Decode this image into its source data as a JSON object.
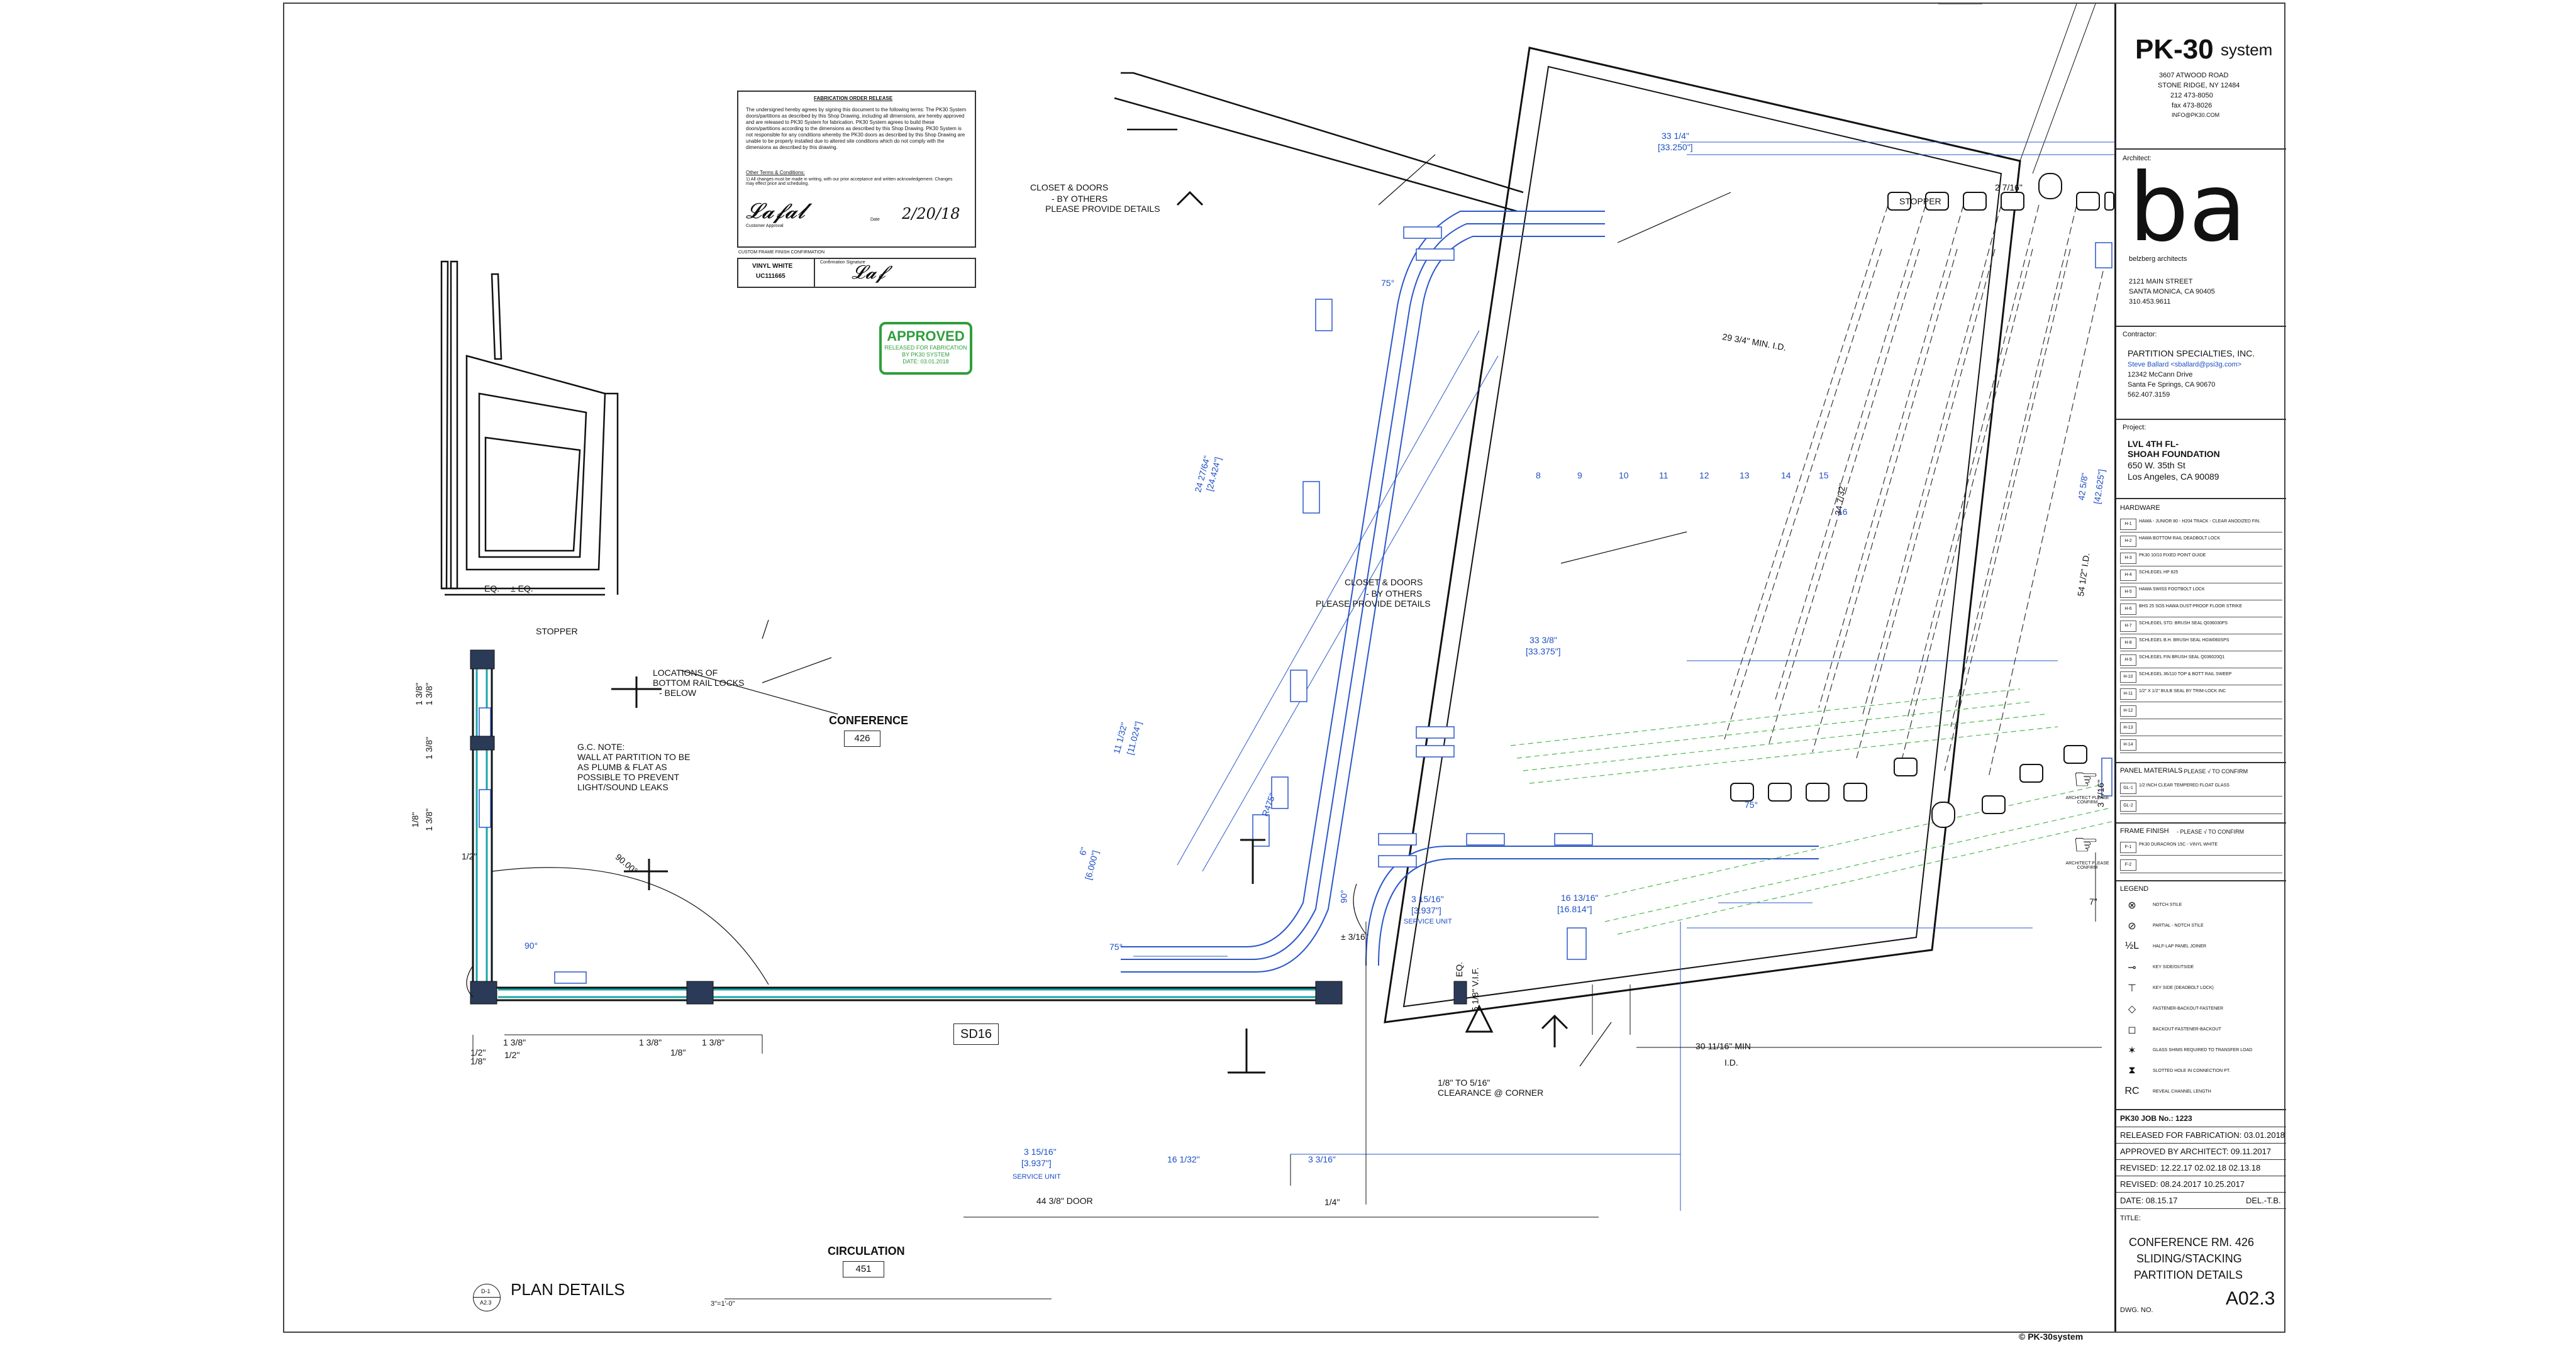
{
  "firm": {
    "logo": "PK-30",
    "logo_suffix": "system",
    "address1": "3607 ATWOOD ROAD",
    "address2": "STONE RIDGE, NY 12484",
    "phone": "212 473-8050",
    "fax": "fax 473-8026",
    "email": "INFO@PK30.COM",
    "footer_logo": "PK-30system"
  },
  "architect": {
    "label": "Architect:",
    "logo": "ba",
    "name": "belzberg architects",
    "address1": "2121 MAIN STREET",
    "address2": "SANTA MONICA, CA 90405",
    "phone": "310.453.9611"
  },
  "contractor": {
    "label": "Contractor:",
    "company": "PARTITION SPECIALTIES, INC.",
    "contact": "Steve Ballard <sballard@psi3g.com>",
    "address1": "12342 McCann Drive",
    "address2": "Santa Fe Springs, CA 90670",
    "phone": "562.407.3159"
  },
  "project": {
    "label": "Project:",
    "line1": "LVL 4TH FL-",
    "line2": "SHOAH FOUNDATION",
    "address1": "650 W. 35th St",
    "address2": "Los Angeles, CA 90089"
  },
  "hardware": {
    "title": "HARDWARE",
    "items": [
      {
        "code": "H-1",
        "text": "HAWA - JUNIOR 80 - H204 TRACK - CLEAR ANODIZED FIN."
      },
      {
        "code": "H-2",
        "text": "HAWA BOTTOM RAIL DEADBOLT LOCK"
      },
      {
        "code": "H-3",
        "text": "PK30 10/10 FIXED POINT GUIDE"
      },
      {
        "code": "H-4",
        "text": "SCHLEGEL HP 825"
      },
      {
        "code": "H-5",
        "text": "HAWA SWISS FOOTBOLT LOCK"
      },
      {
        "code": "H-6",
        "text": "BHS 25 SOS HAWA DUST-PROOF FLOOR STRIKE"
      },
      {
        "code": "H-7",
        "text": "SCHLEGEL STD. BRUSH SEAL Q036030PS"
      },
      {
        "code": "H-8",
        "text": "SCHLEGEL B.H. BRUSH SEAL HGW060SPS"
      },
      {
        "code": "H-9",
        "text": "SCHLEGEL FIN BRUSH SEAL Q036020Q1"
      },
      {
        "code": "H-10",
        "text": "SCHLEGEL 36/110 TOP & BOTT RAIL SWEEP"
      },
      {
        "code": "H-11",
        "text": "1/2\" X 1/2\" BULB SEAL BY TRIM-LOCK INC"
      },
      {
        "code": "H-12",
        "text": ""
      },
      {
        "code": "H-13",
        "text": ""
      },
      {
        "code": "H-14",
        "text": ""
      }
    ]
  },
  "panel_materials": {
    "title": "PANEL MATERIALS",
    "note": "- PLEASE √ TO CONFIRM",
    "items": [
      {
        "code": "GL-1",
        "text": "1/2 INCH CLEAR TEMPERED FLOAT GLASS"
      },
      {
        "code": "GL-2",
        "text": ""
      }
    ],
    "confirm": "ARCHITECT PLEASE CONFIRM"
  },
  "frame_finish": {
    "title": "FRAME FINISH",
    "note": "- PLEASE √ TO CONFIRM",
    "items": [
      {
        "code": "F-1",
        "text": "PK30 DURACRON 15C - VINYL WHITE"
      },
      {
        "code": "F-2",
        "text": ""
      }
    ],
    "confirm": "ARCHITECT PLEASE CONFIRM"
  },
  "legend": {
    "title": "LEGEND",
    "items": [
      {
        "sym": "⊗",
        "text": "NOTCH STILE"
      },
      {
        "sym": "⊘",
        "text": "PARTIAL - NOTCH STILE"
      },
      {
        "sym": "½L",
        "text": "HALF-LAP PANEL JOINER"
      },
      {
        "sym": "⊸",
        "text": "KEY SIDE/OUTSIDE"
      },
      {
        "sym": "⊤",
        "text": "KEY SIDE (DEADBOLT LOCK)"
      },
      {
        "sym": "◇",
        "text": "FASTENER-BACKOUT-FASTENER"
      },
      {
        "sym": "◻",
        "text": "BACKOUT-FASTENER-BACKOUT"
      },
      {
        "sym": "✶",
        "text": "GLASS SHIMS REQUIRED TO TRANSFER LOAD"
      },
      {
        "sym": "⧗",
        "text": "SLOTTED HOLE IN CONNECTION PT."
      },
      {
        "sym": "RC",
        "text": "REVEAL CHANNEL LENGTH"
      }
    ]
  },
  "revisions": {
    "job_no": "PK30 JOB No.: 1223",
    "released": "RELEASED FOR FABRICATION: 03.01.2018",
    "approved": "APPROVED BY ARCHITECT: 09.11.2017",
    "revised1": "REVISED: 12.22.17  02.02.18  02.13.18",
    "revised2": "REVISED: 08.24.2017  10.25.2017",
    "date": "DATE: 08.15.17",
    "drawn": "DEL.-T.B.",
    "title_label": "TITLE:",
    "title1": "CONFERENCE RM. 426",
    "title2": "SLIDING/STACKING",
    "title3": "PARTITION DETAILS",
    "dwg_label": "DWG. NO.",
    "dwg_no": "A02.3"
  },
  "release_form": {
    "heading": "FABRICATION ORDER RELEASE",
    "body": "The undersigned hereby agrees by signing this document to the following terms: The PK30 System doors/partitions as described by this Shop Drawing, including all dimensions, are hereby approved and are released to PK30 System for fabrication. PK30 System agrees to build these doors/partitions according to the dimensions as described by this Shop Drawing. PK30 System is not responsible for any conditions whereby the PK30 doors as described by this Shop Drawing are unable to be properly installed due to altered site conditions which do not comply with the dimensions as described by this drawing.",
    "terms_title": "Other Terms & Conditions:",
    "terms": "1) All changes must be made in writing, with our prior acceptance and written acknowledgement. Changes may effect price and scheduling.",
    "customer": "Customer Approval",
    "date_label": "Date",
    "date_value": "2/20/18",
    "finish_title": "CUSTOM FRAME FINISH CONFIRMATION",
    "finish_value1": "VINYL WHITE",
    "finish_value2": "UC111665",
    "confirm_label": "Confirmation Signature"
  },
  "stamp": {
    "title": "APPROVED",
    "line1": "RELEASED FOR FABRICATION",
    "line2": "BY PK30 SYSTEM",
    "line3": "DATE: 03.01.2018"
  },
  "rooms": {
    "conference": "CONFERENCE",
    "conference_no": "426",
    "circulation": "CIRCULATION",
    "circulation_no": "451",
    "sd": "SD16"
  },
  "plan": {
    "detail_tag_top": "D-1",
    "detail_tag_bottom": "A2.3",
    "title": "PLAN DETAILS",
    "scale": "3\"=1'-0\""
  },
  "notes": {
    "closet1_a": "CLOSET & DOORS",
    "closet1_b": "- BY OTHERS",
    "closet1_c": "PLEASE PROVIDE DETAILS",
    "closet2_a": "CLOSET & DOORS",
    "closet2_b": "- BY OTHERS",
    "closet2_c": "PLEASE PROVIDE DETAILS",
    "stopper1": "STOPPER",
    "stopper2": "STOPPER",
    "locks_a": "LOCATIONS OF",
    "locks_b": "BOTTOM RAIL LOCKS",
    "locks_c": "- BELOW",
    "gc_a": "G.C. NOTE:",
    "gc_b": "WALL AT PARTITION TO BE",
    "gc_c": "AS PLUMB & FLAT AS",
    "gc_d": "POSSIBLE TO PREVENT",
    "gc_e": "LIGHT/SOUND LEAKS",
    "clearance_a": "1/8\" TO 5/16\"",
    "clearance_b": "CLEARANCE @ CORNER",
    "service1": "SERVICE UNIT",
    "service2": "SERVICE UNIT"
  },
  "dims": {
    "d1": "33 1/4\"",
    "d1b": "[33.250\"]",
    "d2": "29 3/4\" MIN. I.D.",
    "d3": "33 3/8\"",
    "d3b": "[33.375\"]",
    "d4": "24 27/64\"",
    "d4b": "[24.424\"]",
    "d5": "11 1/32\"",
    "d5b": "[11.024\"]",
    "d6": "6\"",
    "d6b": "[6.000\"]",
    "d7": "16 13/16\"",
    "d7b": "[16.814\"]",
    "d8": "3 15/16\"",
    "d8b": "[3.937\"]",
    "d9": "3 15/16\"",
    "d9b": "[3.937\"]",
    "d10": "16 1/32\"",
    "d11": "3 3/16\"",
    "d12": "44 3/8\" DOOR",
    "d13": "30 11/16\" MIN",
    "d13b": "I.D.",
    "d14": "54 1/2\" I.D.",
    "d15": "34 7/32\"",
    "d16": "2 7/16\"",
    "d17": "± 3/16\"",
    "d18": "1/4\"",
    "d19": "1 3/8\"",
    "d20": "1 3/8\"",
    "d21": "1/2\"",
    "d22": "1/8\"",
    "d23": "± EQ.",
    "d24": "EQ.",
    "d25": "5 1/8\" V.I.F.",
    "d26": "7\"",
    "d27": "3 7/16\"",
    "a1": "75°",
    "a2": "75°",
    "a3": "75°",
    "a4": "90°",
    "a5": "90°",
    "a6": "R475\"",
    "a7": "90.00°",
    "d28": "EQ.",
    "d29": "1/2\"",
    "d30": "1 3/8\"",
    "d31": "1 3/8\"",
    "d32": "1/8\"",
    "d33": "1 3/8\"",
    "d34": "1 3/8\"",
    "d35": "1/8\"",
    "d36": "1/2\"",
    "d37": "1 3/8\"",
    "d38": "42 5/8\"",
    "d38b": "[42.625\"]"
  },
  "panel_numbers": [
    "8",
    "9",
    "10",
    "11",
    "12",
    "13",
    "14",
    "15",
    "16"
  ]
}
